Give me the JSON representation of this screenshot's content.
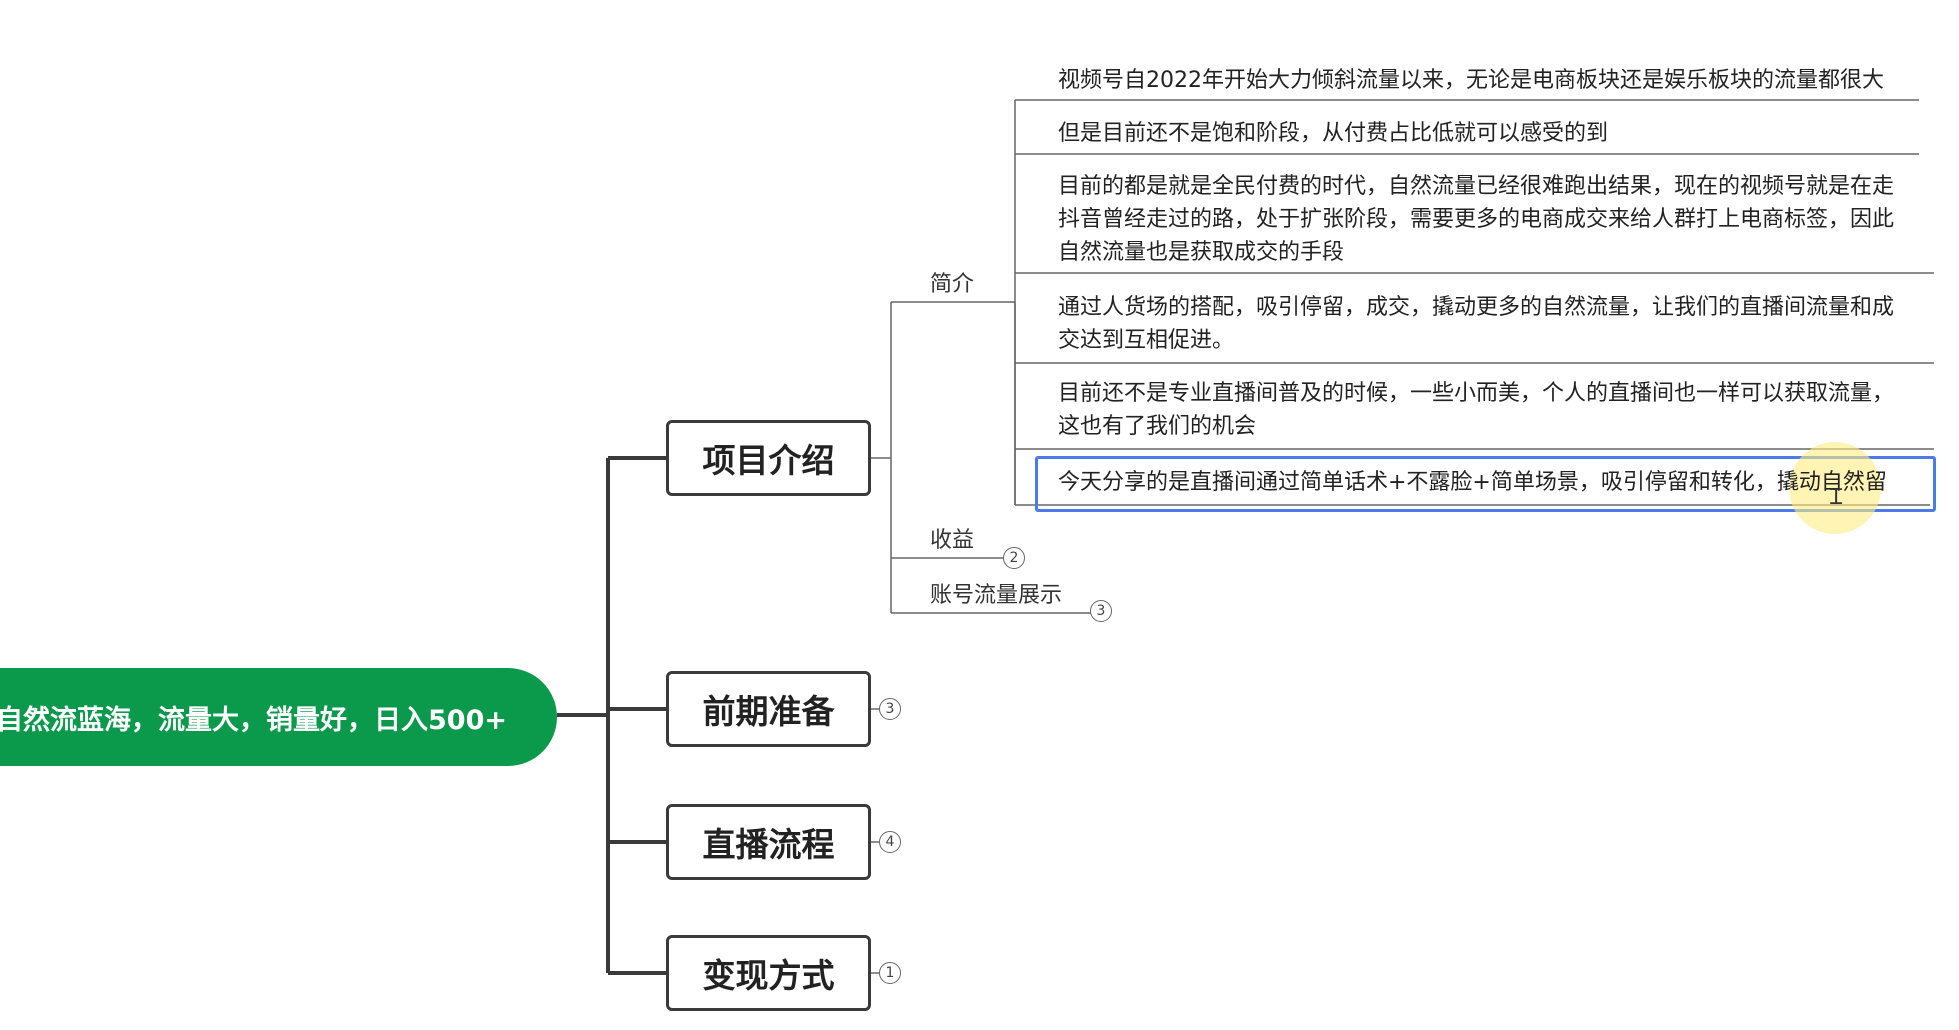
{
  "root": {
    "label": "自然流蓝海，流量大，销量好，日入500+"
  },
  "topics": [
    {
      "label": "项目介绍"
    },
    {
      "label": "前期准备",
      "badge": "3"
    },
    {
      "label": "直播流程",
      "badge": "4"
    },
    {
      "label": "变现方式",
      "badge": "1"
    }
  ],
  "subtopics": [
    {
      "label": "简介"
    },
    {
      "label": "收益",
      "badge": "2"
    },
    {
      "label": "账号流量展示",
      "badge": "3"
    }
  ],
  "notes": [
    {
      "line1": "视频号自2022年开始大力倾斜流量以来，无论是电商板块还是娱乐板块的流量都很大"
    },
    {
      "line1": "但是目前还不是饱和阶段，从付费占比低就可以感受的到"
    },
    {
      "line1": "目前的都是就是全民付费的时代，自然流量已经很难跑出结果，现在的视频号就是在走",
      "line2": "抖音曾经走过的路，处于扩张阶段，需要更多的电商成交来给人群打上电商标签，因此",
      "line3": "自然流量也是获取成交的手段"
    },
    {
      "line1": "通过人货场的搭配，吸引停留，成交，撬动更多的自然流量，让我们的直播间流量和成",
      "line2": "交达到互相促进。"
    },
    {
      "line1": "目前还不是专业直播间普及的时候，一些小而美，个人的直播间也一样可以获取流量，",
      "line2": "这也有了我们的机会"
    },
    {
      "line1": "今天分享的是直播间通过简单话术+不露脸+简单场景，吸引停留和转化，撬动自然留"
    }
  ],
  "colors": {
    "root_fill": "#0b9a4b",
    "line": "#3a3a3a",
    "selection": "#4a7be8",
    "cursor_highlight": "#ffec82"
  }
}
